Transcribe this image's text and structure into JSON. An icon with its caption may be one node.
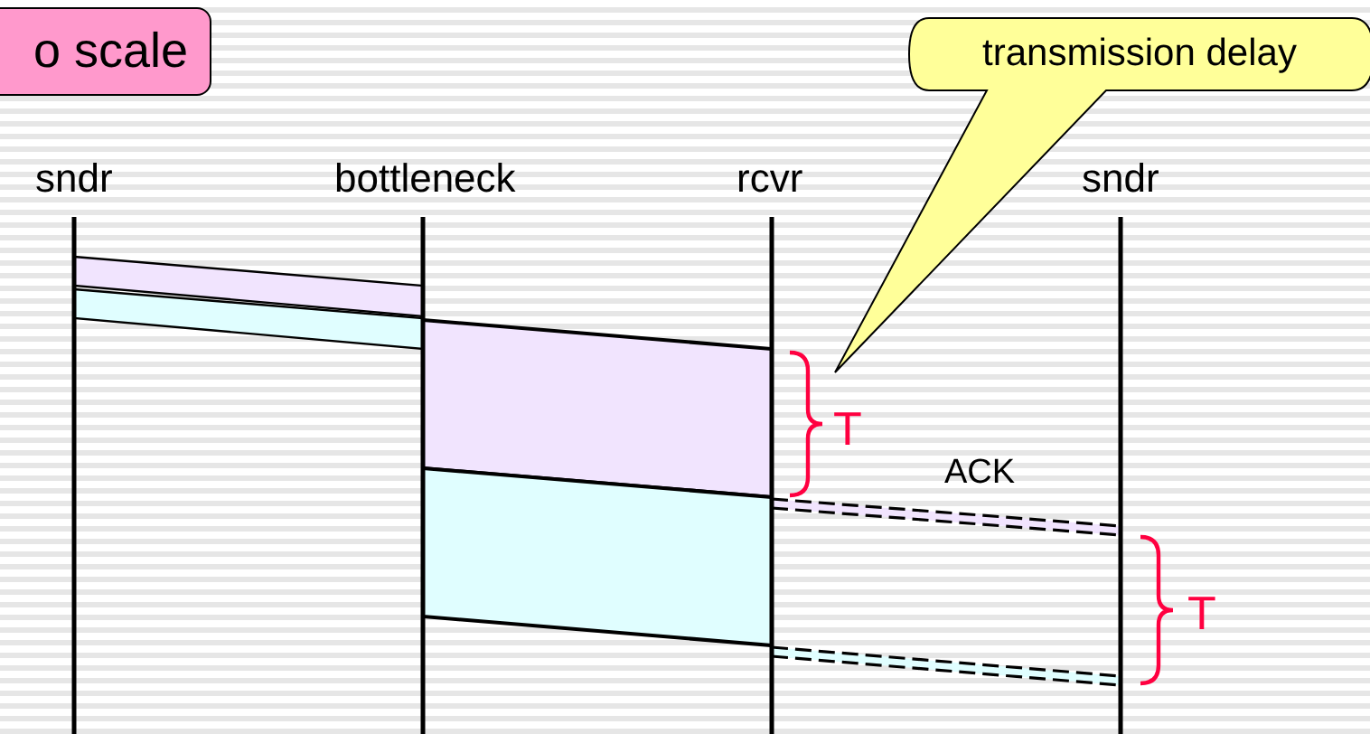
{
  "diagram": {
    "nodes": [
      {
        "text": [
          "o scale"
        ]
      },
      {
        "text": [
          "transmission delay"
        ]
      }
    ],
    "labels": [
      "sndr",
      "bottleneck",
      "rcvr",
      "sndr",
      "T",
      "ACK",
      "T"
    ]
  }
}
